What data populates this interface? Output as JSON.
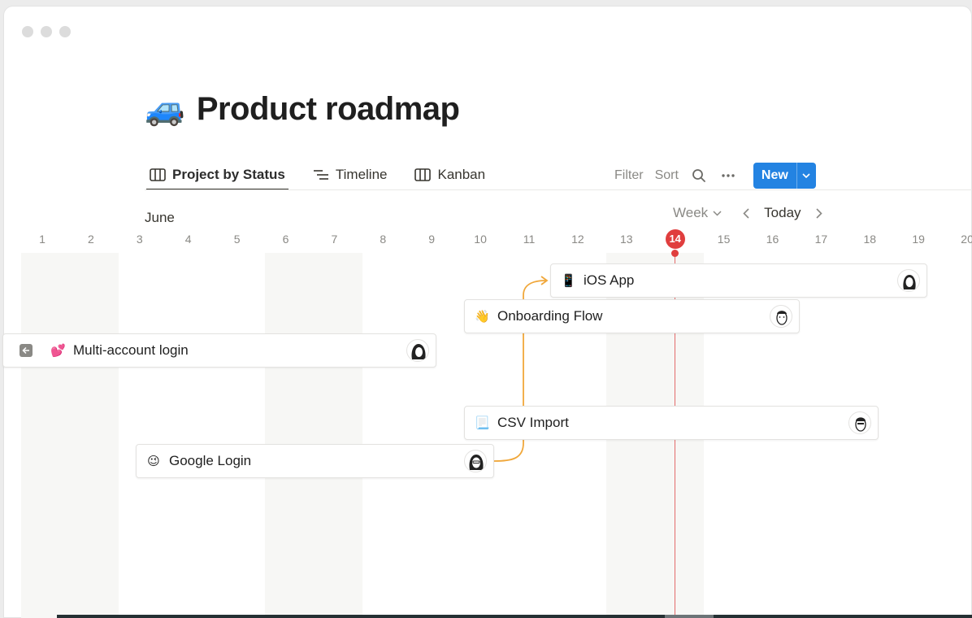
{
  "page": {
    "emoji": "🚙",
    "title": "Product roadmap"
  },
  "tabs": [
    {
      "label": "Project by Status",
      "icon": "table-icon",
      "active": true
    },
    {
      "label": "Timeline",
      "icon": "timeline-icon",
      "active": false
    },
    {
      "label": "Kanban",
      "icon": "board-icon",
      "active": false
    }
  ],
  "toolbar": {
    "filter": "Filter",
    "sort": "Sort",
    "search_icon": "search-icon",
    "more_icon": "more-icon",
    "new": "New"
  },
  "timeline": {
    "month": "June",
    "scale": "Week",
    "today_label": "Today",
    "today_day": "14",
    "days": [
      "1",
      "2",
      "3",
      "4",
      "5",
      "6",
      "7",
      "8",
      "9",
      "10",
      "11",
      "12",
      "13",
      "14",
      "15",
      "16",
      "17",
      "18",
      "19",
      "20"
    ]
  },
  "items": [
    {
      "emoji": "📱",
      "name": "iOS App"
    },
    {
      "emoji": "👋",
      "name": "Onboarding Flow"
    },
    {
      "emoji": "💕",
      "name": "Multi-account login"
    },
    {
      "emoji": "📃",
      "name": "CSV Import"
    },
    {
      "emoji": "😉",
      "name": "Google Login"
    }
  ],
  "colors": {
    "accent": "#2383e2",
    "today": "#e03e3e",
    "dependency": "#f0a73a"
  }
}
